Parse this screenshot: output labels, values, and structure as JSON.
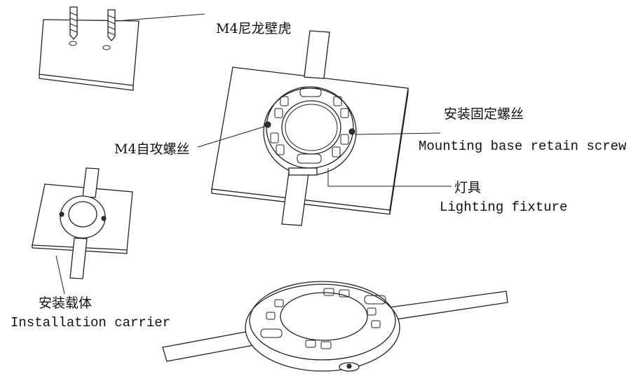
{
  "labels": {
    "nylon_anchor": "M4尼龙壁虎",
    "retain_screw_cn": "安装固定螺丝",
    "retain_screw_en": "Mounting base retain screw",
    "tapping_screw": "M4自攻螺丝",
    "fixture_cn": "灯具",
    "fixture_en": "Lighting fixture",
    "carrier_cn": "安装载体",
    "carrier_en": "Installation carrier"
  }
}
